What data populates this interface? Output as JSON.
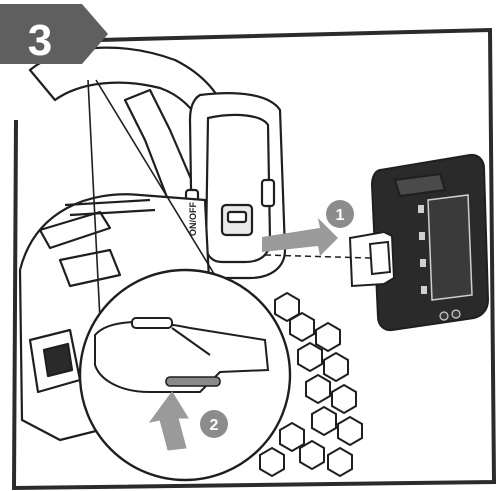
{
  "step": {
    "number": "3",
    "badge_color": "#5f5f5f"
  },
  "callouts": [
    {
      "number": "1"
    },
    {
      "number": "2"
    }
  ],
  "device": {
    "switch_label": "ON/OFF"
  },
  "colors": {
    "frame": "#2b2b2b",
    "line": "#1f1f1f",
    "arrow_gray": "#9a9a9a",
    "callout_gray": "#8c8c8c",
    "battery_dark": "#2a2a2a",
    "latch_highlight": "#8a8a8a"
  }
}
